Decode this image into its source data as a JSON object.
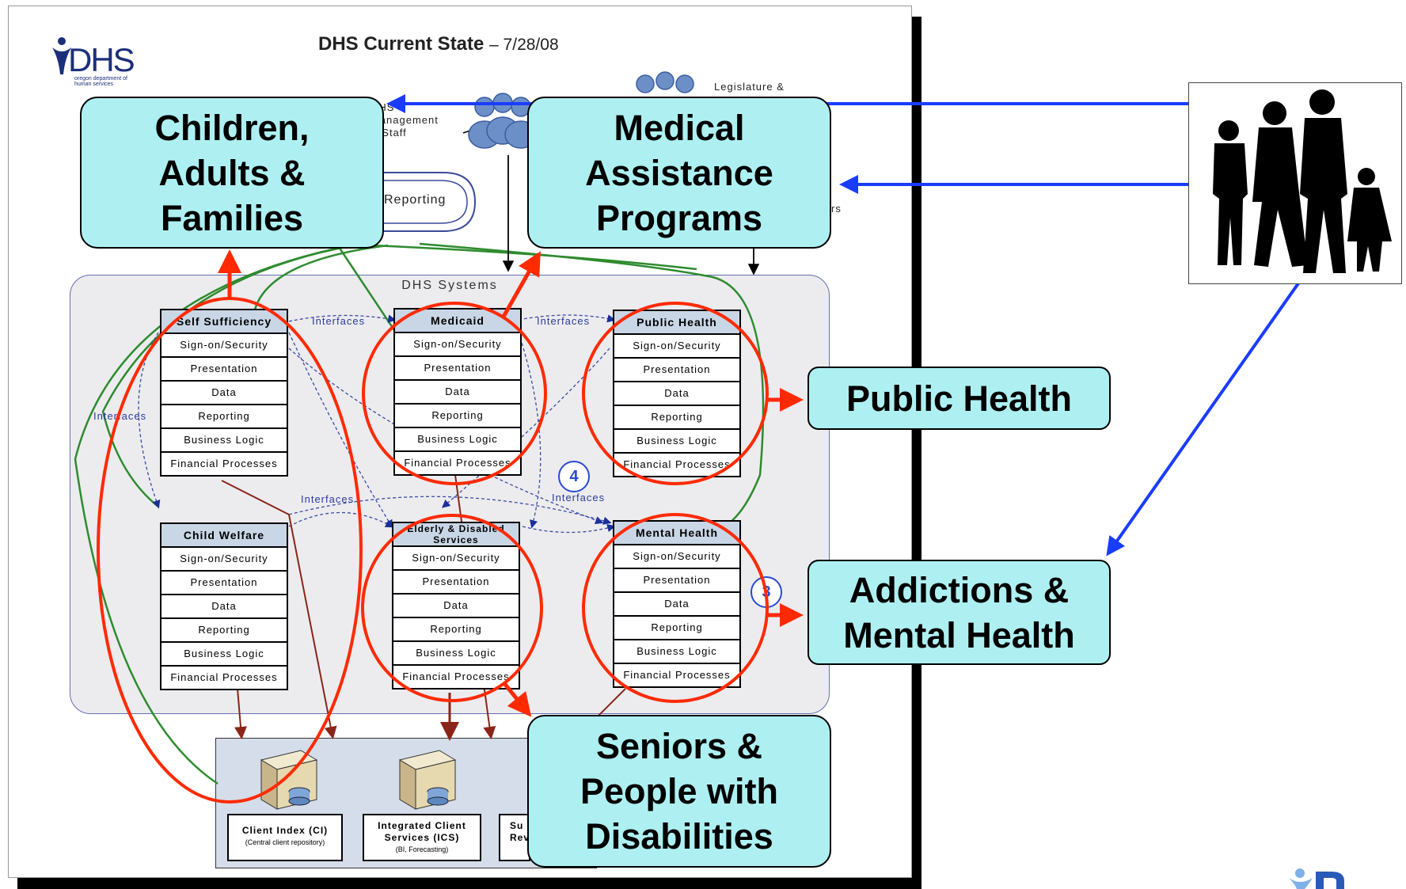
{
  "header": {
    "title": "DHS Current State",
    "date": "– 7/28/08"
  },
  "logo": {
    "wordmark": "DHS",
    "subtitle": "oregon department of human services"
  },
  "top_labels": {
    "management": "DHS\nManagement\n& Staff",
    "legislature": "Legislature &",
    "reporting": "Reporting",
    "partners": "rs"
  },
  "systems": {
    "title": "DHS Systems",
    "row_labels": [
      "Sign-on/Security",
      "Presentation",
      "Data",
      "Reporting",
      "Business Logic",
      "Financial Processes"
    ],
    "stacks": [
      {
        "title": "Self Sufficiency"
      },
      {
        "title": "Medicaid"
      },
      {
        "title": "Public Health"
      },
      {
        "title": "Child Welfare"
      },
      {
        "title": "Elderly & Disabled Services"
      },
      {
        "title": "Mental Health"
      }
    ],
    "interface_label": "Interfaces",
    "badges": [
      "4",
      "3"
    ]
  },
  "databases": [
    {
      "name": "Client Index (CI)",
      "sub": "(Central client repository)"
    },
    {
      "name": "Integrated Client Services (ICS)",
      "sub": "(BI, Forecasting)"
    },
    {
      "name": "Su Rev",
      "sub": ""
    }
  ],
  "callouts": {
    "children": "Children,\nAdults &\nFamilies",
    "medical": "Medical\nAssistance\nPrograms",
    "public_health": "Public Health",
    "addictions": "Addictions &\nMental Health",
    "seniors": "Seniors &\nPeople with\nDisabilities"
  },
  "colors": {
    "callout_fill": "#aef0f2",
    "red_highlight": "#ff2a00",
    "blue_arrow": "#1a3cff",
    "green_line": "#2e8b2e",
    "brown_line": "#8b2418",
    "header_fill": "#c9d6e6"
  },
  "icons": [
    "people-group-icon",
    "family-silhouette-icon",
    "server-icon"
  ]
}
